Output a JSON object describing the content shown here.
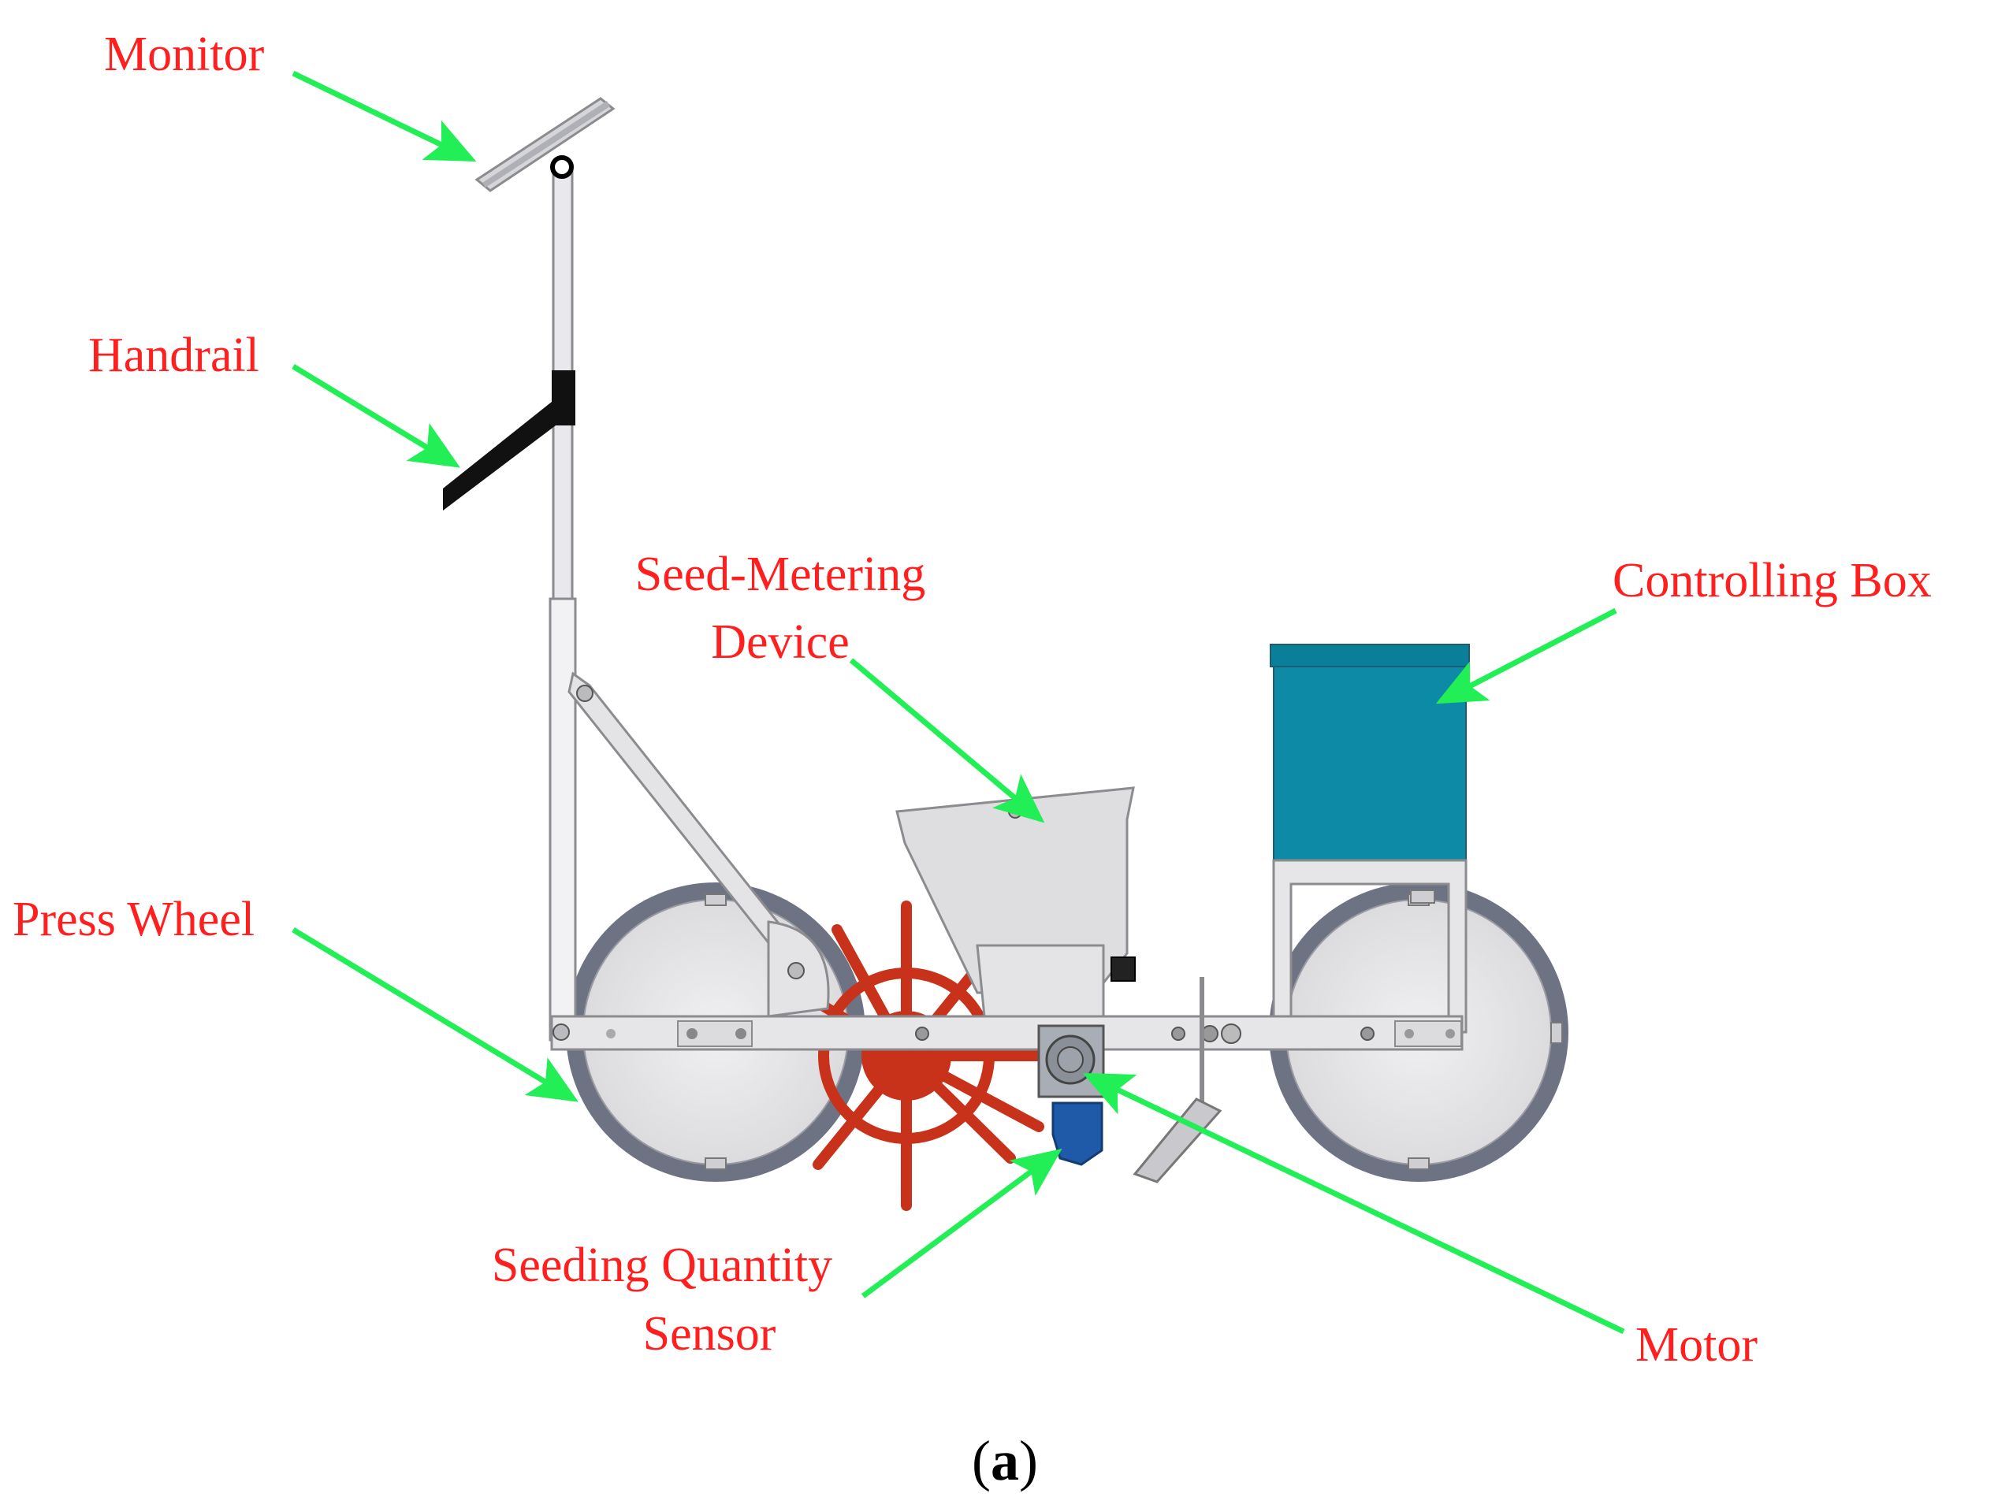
{
  "colors": {
    "label_text": "#ff1f1f",
    "arrow": "#22ee55",
    "frame": "#e6e6e8",
    "frame_stroke": "#8c8c90",
    "wheel_rim": "#6e7384",
    "wheel_face": "#e8e8ea",
    "spiked_wheel": "#c8321a",
    "control_box": "#0c8aa6",
    "sensor": "#1f5aa8",
    "handrail": "#111111",
    "caption": "#000000"
  },
  "labels": {
    "monitor": "Monitor",
    "handrail": "Handrail",
    "seed_metering_line1": "Seed-Metering",
    "seed_metering_line2": "Device",
    "controlling_box": "Controlling Box",
    "press_wheel": "Press Wheel",
    "seeding_sensor_line1": "Seeding Quantity",
    "seeding_sensor_line2": "Sensor",
    "motor": "Motor"
  },
  "caption": {
    "open": "(",
    "letter": "a",
    "close": ")"
  },
  "icons": {
    "arrows": "pointer-arrow-icon",
    "monitor_pivot": "pivot-ring-icon"
  }
}
